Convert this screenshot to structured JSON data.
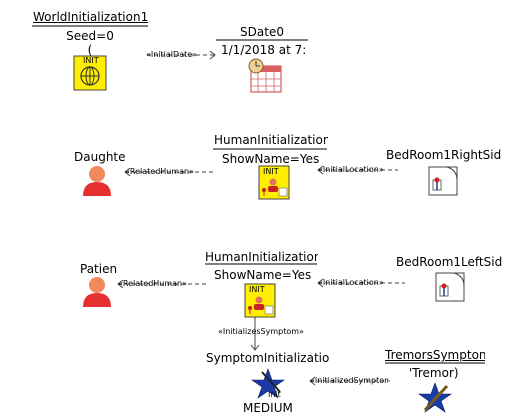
{
  "nodes": {
    "world_init": {
      "title": "WorldInitialization1",
      "attr": "Seed=0",
      "extra": "(",
      "icon_label": "INIT",
      "icon": "globe-icon"
    },
    "sdate": {
      "title": "SDate0",
      "attr": "1/1/2018 at 7:",
      "icon": "calendar-clock-icon"
    },
    "human_init_1": {
      "title": "HumanInitialization!",
      "attr": "ShowName=Yes",
      "icon_label": "INIT",
      "icon": "person-pin-icon"
    },
    "daughter": {
      "title": "Daughte",
      "icon": "person-icon"
    },
    "bedroom_right": {
      "title": "BedRoom1RightSid",
      "icon": "room-pin-icon"
    },
    "human_init_2": {
      "title": "HumanInitialization",
      "attr": "ShowName=Yes",
      "icon_label": "INIT",
      "icon": "person-pin-icon"
    },
    "patient": {
      "title": "Patien",
      "icon": "person-icon"
    },
    "bedroom_left": {
      "title": "BedRoom1LeftSid",
      "icon": "room-pin-icon"
    },
    "symptom_init": {
      "title": "SymptomInitializatio",
      "icon_label": "Init",
      "value": "MEDIUM",
      "icon": "star-icon"
    },
    "tremors": {
      "title": "TremorsSympton",
      "attr": "'Tremor)",
      "icon": "star-brush-icon"
    }
  },
  "edges": {
    "initial_date": "«InitialDate»",
    "related_human_1": "«RelatedHuman»",
    "initial_location_1": "«InitialLocation»",
    "related_human_2": "«RelatedHuman»",
    "initial_location_2": "«InitialLocation»",
    "initializes_symptom": "«InitializesSymptom»",
    "initialized_symptom": "«InitializedSymptom»"
  }
}
